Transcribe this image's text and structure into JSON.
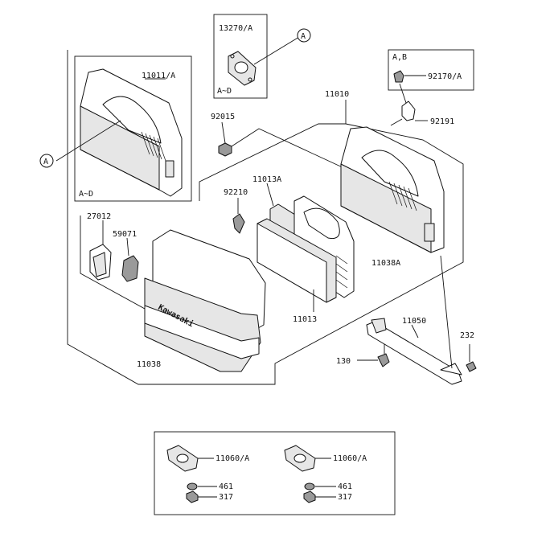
{
  "labels": {
    "p13270": "13270/A",
    "callout_a_top": "A",
    "ad_top": "A~D",
    "ab": "A,B",
    "p92170": "92170/A",
    "p92191": "92191",
    "p11011": "11011/A",
    "callout_a_left": "A",
    "ad_left": "A~D",
    "p92015": "92015",
    "p11010": "11010",
    "p11013a": "11013A",
    "p92210": "92210",
    "p11038a": "11038A",
    "p27012": "27012",
    "p59071": "59071",
    "p11038": "11038",
    "p11013": "11013",
    "p11050": "11050",
    "p232": "232",
    "p130": "130",
    "p11060_1": "11060/A",
    "p461_1": "461",
    "p317_1": "317",
    "p11060_2": "11060/A",
    "p461_2": "461",
    "p317_2": "317",
    "brand": "Kawasaki"
  }
}
